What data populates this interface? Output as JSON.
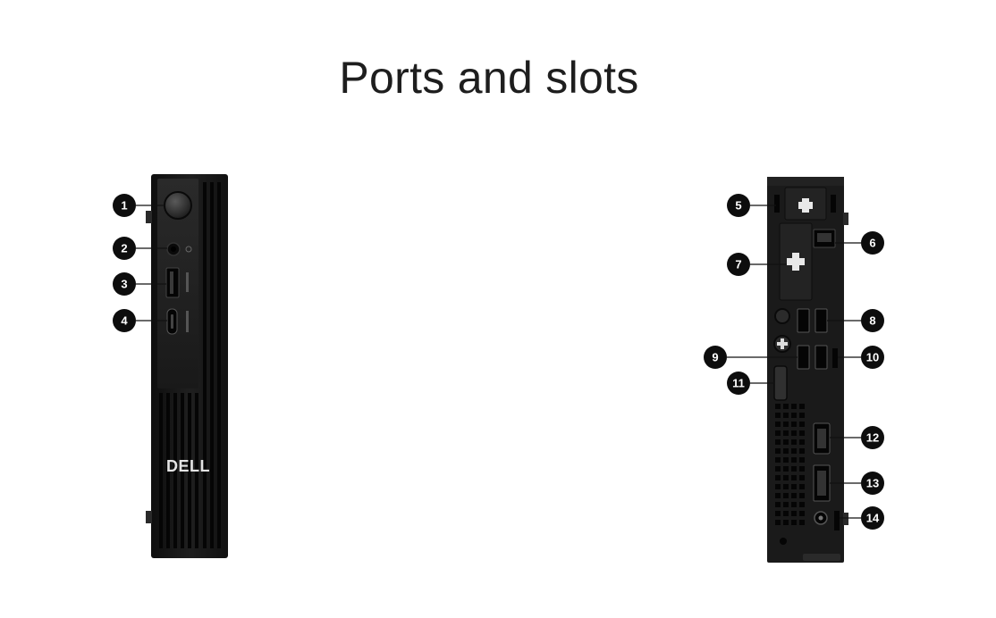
{
  "page": {
    "title": "Ports and slots"
  },
  "brand": {
    "logo": "DELL"
  },
  "front": {
    "callouts": [
      {
        "label": "1",
        "port": "power-button-icon"
      },
      {
        "label": "2",
        "port": "headset-jack-icon"
      },
      {
        "label": "3",
        "port": "usb-a-port-icon"
      },
      {
        "label": "4",
        "port": "usb-c-port-icon"
      }
    ]
  },
  "rear": {
    "callouts": [
      {
        "label": "5",
        "port": "optional-module-slot-icon"
      },
      {
        "label": "6",
        "port": "ethernet-port-icon"
      },
      {
        "label": "7",
        "port": "optional-module-slot-icon"
      },
      {
        "label": "8",
        "port": "usb-a-port-icon"
      },
      {
        "label": "9",
        "port": "usb-a-port-icon"
      },
      {
        "label": "10",
        "port": "usb-a-port-icon"
      },
      {
        "label": "11",
        "port": "release-latch-icon"
      },
      {
        "label": "12",
        "port": "hdmi-port-icon"
      },
      {
        "label": "13",
        "port": "displayport-icon"
      },
      {
        "label": "14",
        "port": "power-connector-icon"
      }
    ]
  },
  "colors": {
    "chassis": "#1c1c1c",
    "callout": "#0d0d0d",
    "background": "#ffffff"
  }
}
